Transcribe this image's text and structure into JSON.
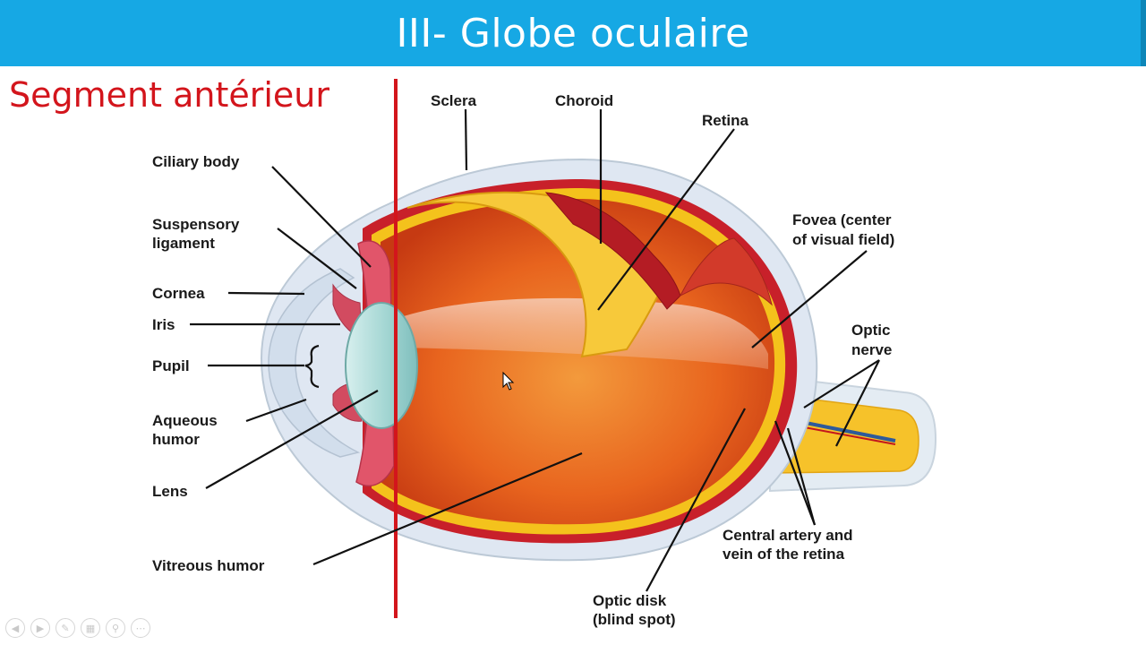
{
  "header": {
    "title": "III- Globe oculaire"
  },
  "subtitle": "Segment antérieur",
  "labels": {
    "sclera": "Sclera",
    "choroid": "Choroid",
    "retina": "Retina",
    "ciliary_body": "Ciliary body",
    "suspensory_1": "Suspensory",
    "suspensory_2": "ligament",
    "cornea": "Cornea",
    "iris": "Iris",
    "pupil": "Pupil",
    "aqueous_1": "Aqueous",
    "aqueous_2": "humor",
    "lens": "Lens",
    "vitreous": "Vitreous humor",
    "fovea_1": "Fovea (center",
    "fovea_2": "of visual field)",
    "optic_nerve_1": "Optic",
    "optic_nerve_2": "nerve",
    "central_1": "Central artery and",
    "central_2": "vein of the retina",
    "optic_disk_1": "Optic disk",
    "optic_disk_2": "(blind spot)"
  },
  "toolbar": {
    "buttons": [
      "back-icon",
      "forward-icon",
      "pen-icon",
      "slides-icon",
      "zoom-icon",
      "more-icon"
    ],
    "glyphs": [
      "◀",
      "▶",
      "✎",
      "▦",
      "⚲",
      "⋯"
    ]
  },
  "colors": {
    "title_bar": "#16a8e4",
    "subtitle": "#d3151c",
    "divider": "#d3151c",
    "sclera": "#dfe7f2",
    "retina": "#f4c21c",
    "vitreous": "#e8601c"
  }
}
